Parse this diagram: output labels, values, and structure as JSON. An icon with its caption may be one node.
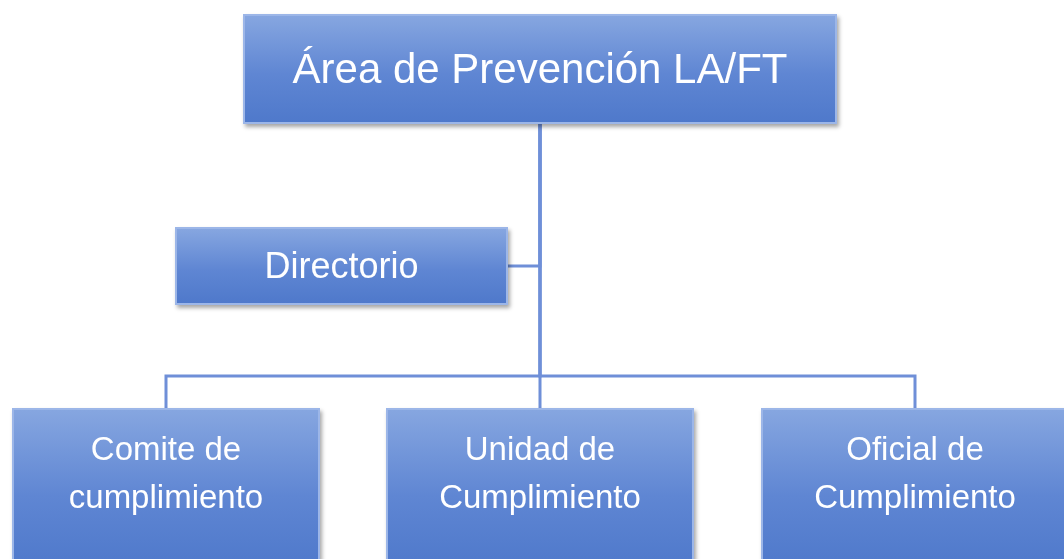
{
  "diagram": {
    "nodes": [
      {
        "text": [
          "Área de Prevención LA/FT"
        ]
      },
      {
        "text": [
          "Directorio"
        ]
      },
      {
        "text": [
          "Comite de cumplimiento"
        ]
      },
      {
        "text": [
          "Unidad de Cumplimiento"
        ]
      },
      {
        "text": [
          "Oficial de Cumplimiento"
        ]
      }
    ],
    "edges": [
      {
        "from": 0,
        "to": 1,
        "arrow": "none"
      },
      {
        "from": 0,
        "to": 2,
        "arrow": "none"
      },
      {
        "from": 0,
        "to": 3,
        "arrow": "none"
      },
      {
        "from": 0,
        "to": 4,
        "arrow": "none"
      }
    ]
  }
}
